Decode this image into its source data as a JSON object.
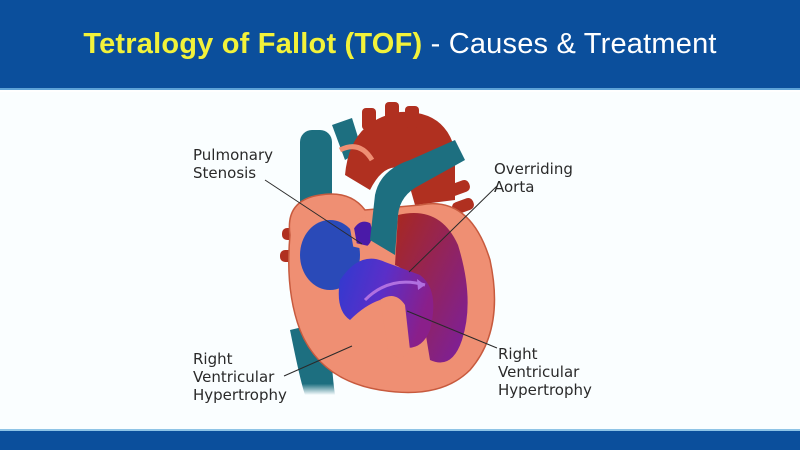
{
  "header": {
    "title_highlight": "Tetralogy of Fallot (TOF)",
    "title_rest": " - Causes & Treatment",
    "background": "#0b4f9c",
    "highlight_color": "#f2f23a"
  },
  "diagram": {
    "subject": "heart-illustration",
    "labels": [
      {
        "id": "pulmonary-stenosis",
        "lines": [
          "Pulmonary",
          "Stenosis"
        ]
      },
      {
        "id": "overriding-aorta",
        "lines": [
          "Overriding",
          "Aorta"
        ]
      },
      {
        "id": "rvh-left",
        "lines": [
          "Right",
          "Ventricular",
          "Hypertrophy"
        ]
      },
      {
        "id": "rvh-right",
        "lines": [
          "Right",
          "Ventricular",
          "Hypertrophy"
        ]
      }
    ],
    "colors": {
      "vessel_teal": "#1d6f80",
      "heart_red": "#b03020",
      "muscle_salmon": "#ef8f73",
      "blood_blue": "#3d2fc0",
      "blood_purple": "#7a1fa0"
    }
  },
  "footer": {
    "background": "#0b4f9c"
  }
}
